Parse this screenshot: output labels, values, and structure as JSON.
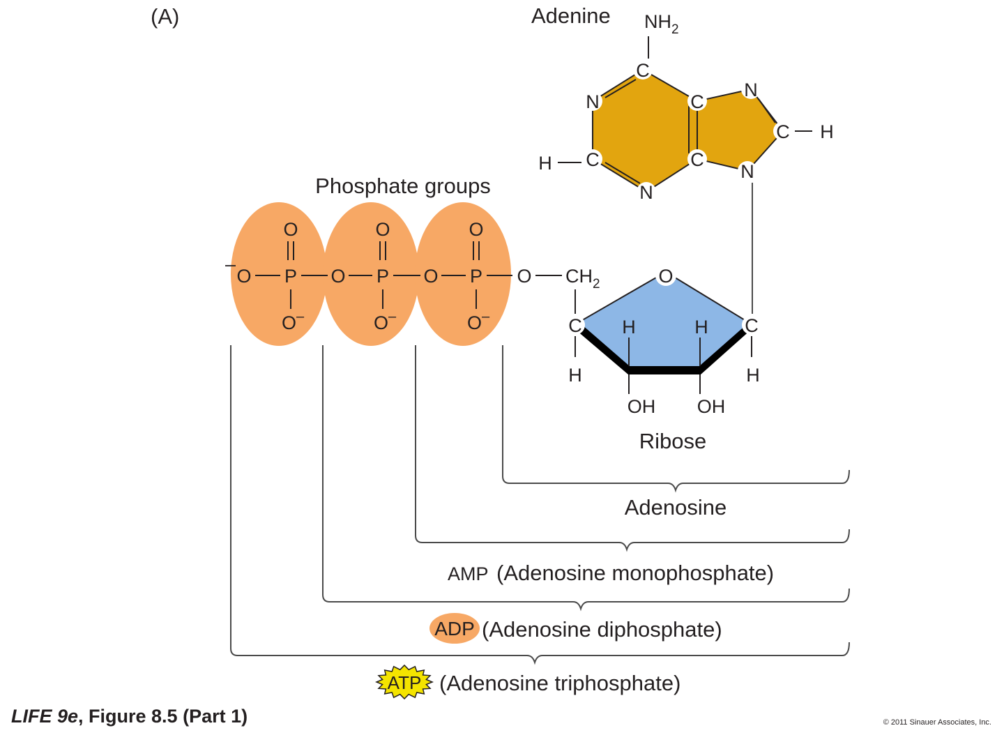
{
  "panel_label": "(A)",
  "adenine": {
    "label": "Adenine",
    "amino": "NH",
    "amino_sub": "2",
    "atoms": {
      "c_top": "C",
      "n1": "N",
      "c_left": "C",
      "h_left": "H",
      "n_bottom": "N",
      "c_fused_top": "C",
      "c_fused_bottom": "C",
      "n7": "N",
      "c8": "C",
      "h8": "H",
      "n9": "N"
    }
  },
  "phosphate": {
    "label": "Phosphate groups",
    "o_minus": "O",
    "minus": "–",
    "p": "P",
    "o": "O"
  },
  "ribose": {
    "label": "Ribose",
    "ring_o": "O",
    "c": "C",
    "h": "H",
    "oh": "OH",
    "ch2": "CH",
    "ch2_sub": "2"
  },
  "brackets": {
    "adenosine": "Adenosine",
    "amp_abbr": "AMP",
    "amp_full": "(Adenosine monophosphate)",
    "adp_abbr": "ADP",
    "adp_full": "(Adenosine diphosphate)",
    "atp_abbr": "ATP",
    "atp_full": "(Adenosine triphosphate)"
  },
  "colors": {
    "phosphate_fill": "#f7a865",
    "adenine_fill": "#e2a50f",
    "ribose_fill": "#8db7e6",
    "atp_burst": "#f4e400",
    "line": "#4a4a4a"
  },
  "footer": {
    "book": "LIFE 9e",
    "figure": ", Figure 8.5 (Part 1)",
    "copyright": "© 2011 Sinauer Associates, Inc."
  }
}
